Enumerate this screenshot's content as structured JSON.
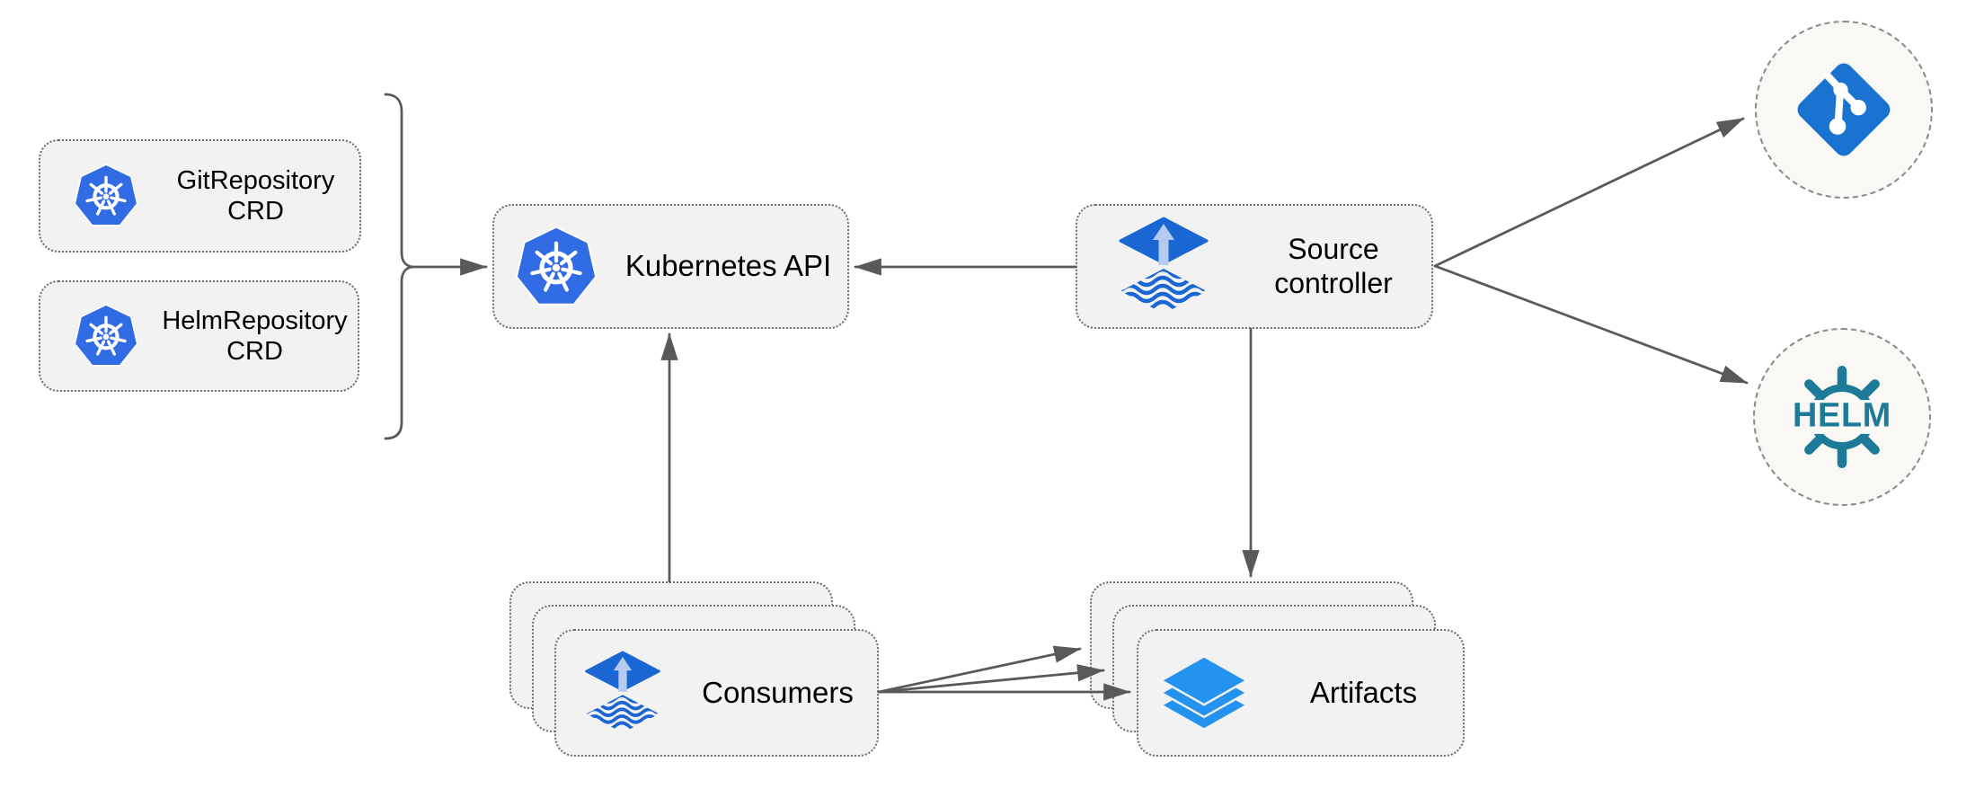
{
  "colors": {
    "kubernetes_blue": "#326ce5",
    "flux_blue": "#1a66d2",
    "flux_arrow_light": "#b5cbef",
    "git_blue": "#1a73d0",
    "layers_blue": "#2492ef",
    "helm_teal": "#1d7a99",
    "node_fill": "#f2f2f2",
    "circle_fill": "#f9f8f5",
    "box_border": "#6e6e6e",
    "circle_border": "#8a8a8a",
    "arrow_gray": "#595959",
    "text_black": "#000000"
  },
  "nodes": {
    "git_repository_crd": {
      "line1": "GitRepository",
      "line2": "CRD",
      "icon": "kubernetes-icon"
    },
    "helm_repository_crd": {
      "line1": "HelmRepository",
      "line2": "CRD",
      "icon": "kubernetes-icon"
    },
    "kubernetes_api": {
      "label": "Kubernetes API",
      "icon": "kubernetes-icon"
    },
    "source_controller": {
      "line1": "Source",
      "line2": "controller",
      "icon": "flux-icon"
    },
    "consumers": {
      "label": "Consumers",
      "icon": "flux-icon",
      "stack_count": 3
    },
    "artifacts": {
      "label": "Artifacts",
      "icon": "layers-icon",
      "stack_count": 3
    },
    "git_remote": {
      "icon": "git-icon"
    },
    "helm_remote": {
      "icon": "helm-icon",
      "label": "HELM"
    }
  },
  "edges": [
    {
      "from": "crd-group-brace",
      "to": "kubernetes_api"
    },
    {
      "from": "source_controller",
      "to": "kubernetes_api"
    },
    {
      "from": "consumers",
      "to": "kubernetes_api"
    },
    {
      "from": "source_controller",
      "to": "artifacts"
    },
    {
      "from": "source_controller",
      "to": "git_remote"
    },
    {
      "from": "source_controller",
      "to": "helm_remote"
    },
    {
      "from": "consumers",
      "to": "artifacts",
      "arrow_count": 3
    }
  ]
}
